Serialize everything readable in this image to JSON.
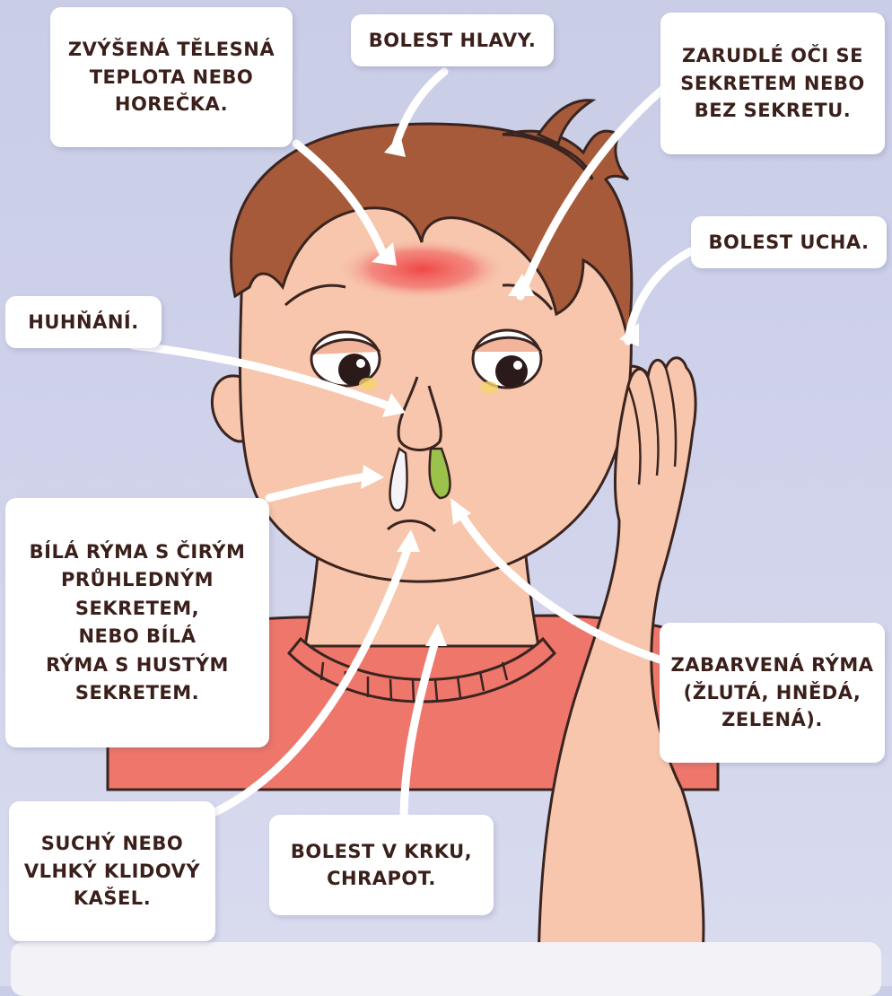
{
  "labels": {
    "fever": [
      "ZVÝŠENÁ TĚLESNÁ",
      "TEPLOTA NEBO",
      "HOREČKA."
    ],
    "headache": [
      "BOLEST HLAVY."
    ],
    "eyes": [
      "ZARUDLÉ OČI SE",
      "SEKRETEM NEBO",
      "BEZ SEKRETU."
    ],
    "ear": [
      "BOLEST UCHA."
    ],
    "nasal": [
      "HUHŇÁNÍ."
    ],
    "white_runny": [
      "BÍLÁ RÝMA S ČIRÝM",
      "PRŮHLEDNÝM",
      "SEKRETEM,",
      "NEBO BÍLÁ",
      "RÝMA S HUSTÝM",
      "SEKRETEM."
    ],
    "colored_runny": [
      "ZABARVENÁ RÝMA",
      "(ŽLUTÁ, HNĚDÁ,",
      "ZELENÁ)."
    ],
    "cough": [
      "SUCHÝ NEBO",
      "VLHKÝ KLIDOVÝ",
      "KAŠEL."
    ],
    "throat": [
      "BOLEST V KRKU,",
      "CHRAPOT."
    ]
  },
  "colors": {
    "skin": "#f7c6ac",
    "hair": "#a65a3a",
    "shirt": "#ee766a",
    "fever_glow": "#ef4a4a",
    "mucus_green": "#9bc24a",
    "outline": "#3a2420"
  }
}
